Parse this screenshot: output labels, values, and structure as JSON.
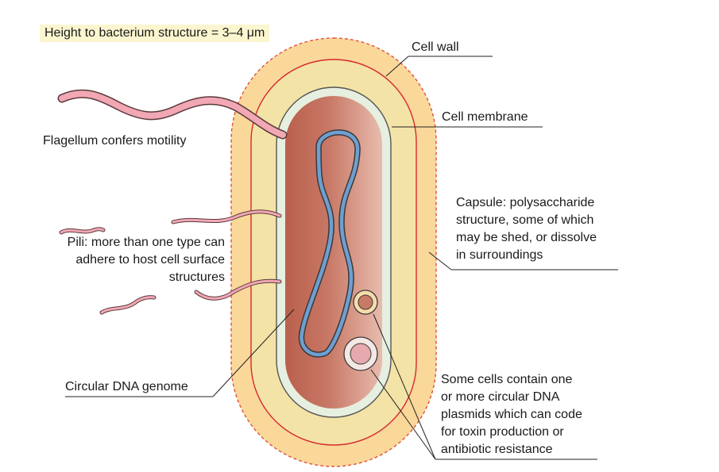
{
  "header": {
    "height_note": "Height to bacterium structure = 3–4 μm"
  },
  "labels": {
    "cell_wall": "Cell wall",
    "cell_membrane": "Cell membrane",
    "flagellum": "Flagellum confers motility",
    "pili": [
      "Pili: more than one type can",
      "adhere to host cell surface",
      "structures"
    ],
    "capsule": [
      "Capsule: polysaccharide",
      "structure, some of which",
      "may be shed, or dissolve",
      "in surroundings"
    ],
    "dna": "Circular DNA genome",
    "plasmids": [
      "Some cells contain one",
      "or more circular DNA",
      "plasmids which can code",
      "for toxin production or",
      "antibiotic resistance"
    ]
  },
  "colors": {
    "capsule_fill": "#f9d89a",
    "capsule_border": "#e0533a",
    "cell_wall_fill": "#f3e3a6",
    "cell_wall_line": "#d8282e",
    "membrane_fill": "#e6efe0",
    "cytoplasm": "#c87a66",
    "dna_strand": "#6f9fd0",
    "flagellum": "#f2a7b5",
    "plasmid_outer": "#f6dcaa",
    "label_highlight": "#fbf6cf"
  }
}
